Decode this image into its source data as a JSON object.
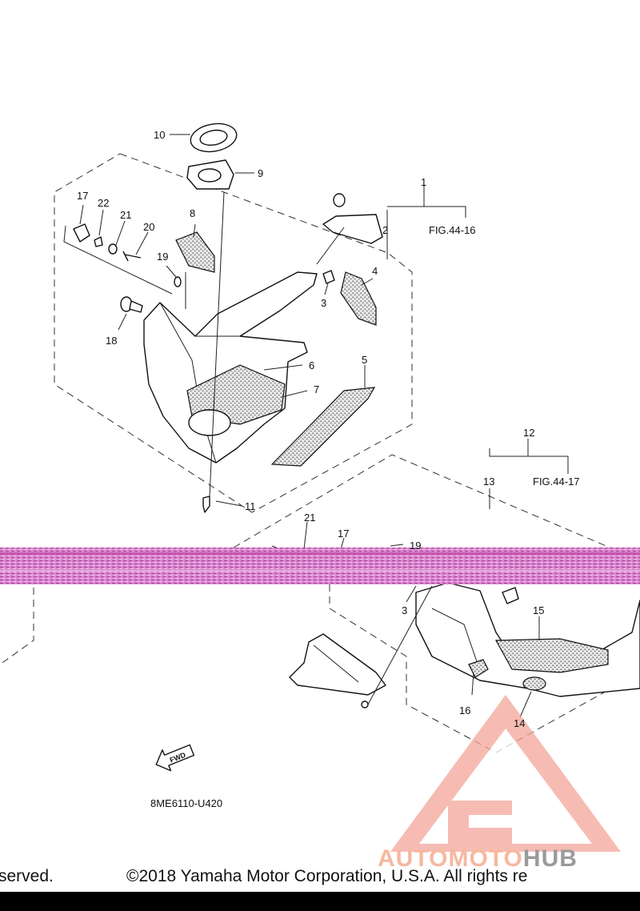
{
  "diagram": {
    "callouts": {
      "n1": "1",
      "n2": "2",
      "n3a": "3",
      "n3b": "3",
      "n4": "4",
      "n5": "5",
      "n6": "6",
      "n7": "7",
      "n8": "8",
      "n9": "9",
      "n10": "10",
      "n11": "11",
      "n12": "12",
      "n13": "13",
      "n14": "14",
      "n15": "15",
      "n16": "16",
      "n17a": "17",
      "n17b": "17",
      "n18": "18",
      "n19a": "19",
      "n19b": "19",
      "n20": "20",
      "n21a": "21",
      "n21b": "21",
      "n22": "22"
    },
    "fig_ref_1": "FIG.44-16",
    "fig_ref_2": "FIG.44-17",
    "fwd_label": "FWD",
    "drawing_code": "8ME6110-U420"
  },
  "footer": {
    "left_text": "served.",
    "copyright": "©2018 Yamaha Motor Corporation, U.S.A. All rights re"
  },
  "watermark": {
    "brand_part1": "AUTOMOTO",
    "brand_part2": "HUB",
    "logo_color": "#e8524a",
    "band_color": "#c04aa4"
  }
}
